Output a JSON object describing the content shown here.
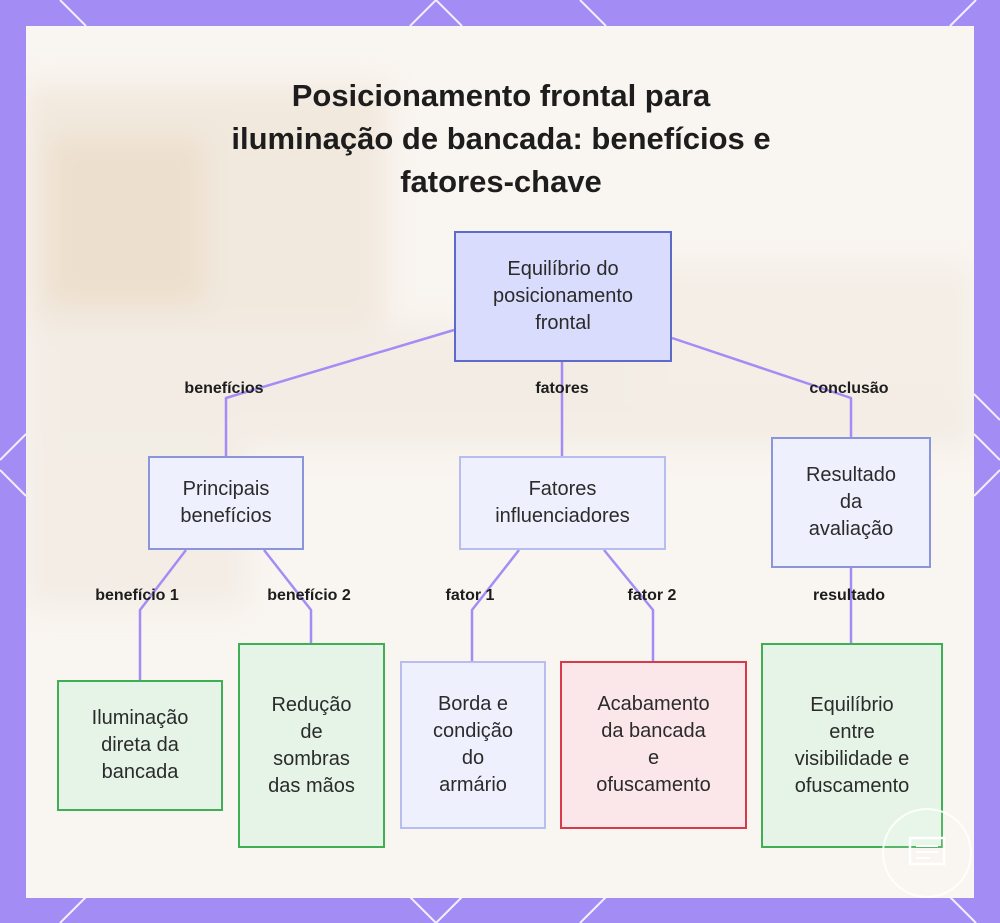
{
  "title_lines": [
    "Posicionamento frontal para",
    "iluminação de bancada: benefícios e",
    "fatores-chave"
  ],
  "root": {
    "lines": [
      "Equilíbrio do",
      "posicionamento",
      "frontal"
    ]
  },
  "branches": {
    "benefits": {
      "edge_label": "benefícios",
      "node_lines": [
        "Principais",
        "benefícios"
      ],
      "children": [
        {
          "edge_label": "benefício 1",
          "lines": [
            "Iluminação",
            "direta da",
            "bancada"
          ]
        },
        {
          "edge_label": "benefício 2",
          "lines": [
            "Redução",
            "de",
            "sombras",
            "das mãos"
          ]
        }
      ]
    },
    "factors": {
      "edge_label": "fatores",
      "node_lines": [
        "Fatores",
        "influenciadores"
      ],
      "children": [
        {
          "edge_label": "fator 1",
          "lines": [
            "Borda e",
            "condição",
            "do",
            "armário"
          ]
        },
        {
          "edge_label": "fator 2",
          "lines": [
            "Acabamento",
            "da bancada",
            "e",
            "ofuscamento"
          ]
        }
      ]
    },
    "conclusion": {
      "edge_label": "conclusão",
      "node_lines": [
        "Resultado",
        "da",
        "avaliação"
      ],
      "children": [
        {
          "edge_label": "resultado",
          "lines": [
            "Equilíbrio",
            "entre",
            "visibilidade e",
            "ofuscamento"
          ]
        }
      ]
    }
  },
  "colors": {
    "frame": "#a48cf5",
    "connector": "#a48cf5",
    "root_fill": "#d9dcfd",
    "root_border": "#5d6ac8",
    "green_border": "#3fae55",
    "red_border": "#d83a4c"
  },
  "icons": {
    "corner_badge": "logo-badge-icon"
  }
}
